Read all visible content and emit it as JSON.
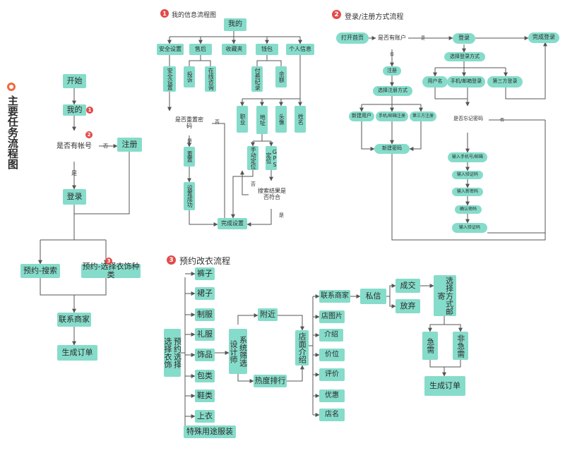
{
  "page_title": "主要任务流程图",
  "sections": {
    "s1": {
      "num": "1",
      "title": "我的信息流程图"
    },
    "s2": {
      "num": "2",
      "title": "登录/注册方式流程"
    },
    "s3": {
      "num": "3",
      "title": "预约改衣流程"
    }
  },
  "main_flow": {
    "start": "开始",
    "mine": "我的",
    "has_account": "是否有帐号",
    "register": "注册",
    "login": "登录",
    "reserve_search": "预约-搜索",
    "reserve_select": "预约-选择衣饰种类",
    "contact": "联系商家",
    "order": "生成订单",
    "yes": "是",
    "no": "否",
    "badge1": "1",
    "badge2": "2",
    "badge3": "3"
  },
  "info_flow": {
    "root": "我的",
    "security": "安全设置",
    "after_sale": "售后",
    "favorites": "收藏夹",
    "wallet": "钱包",
    "personal": "个人信息",
    "safe_settings": "安全设置",
    "complaint": "投诉",
    "online_consult": "在线咨询",
    "pay_record": "付费纪录",
    "balance": "余额",
    "job": "职业",
    "address": "地址",
    "avatar": "头像",
    "name": "姓名",
    "reset_q": "是否重置密码",
    "reset": "重置",
    "reset_ok": "设置成功",
    "manual_locate": "手动定位",
    "gps_locate": "GPS定位",
    "search_match": "搜索结果是否符合",
    "done": "完成设置",
    "yes": "是",
    "no": "否",
    "no2": "否",
    "yes2": "是"
  },
  "login_flow": {
    "open": "打开首页",
    "has_account": "是否有账户",
    "login": "登录",
    "done": "完成登录",
    "choose_login": "选择登录方式",
    "username": "用户名",
    "phone_login": "手机/邮箱登录",
    "third_login": "第三方登录",
    "register": "注册",
    "choose_reg": "选择注册方式",
    "new_user": "新建用户",
    "phone_reg": "手机/邮箱注册",
    "third_reg": "第三方注册",
    "new_pwd": "新建密码",
    "forgot": "是否忘记密码",
    "input_phone": "输入手机号/邮箱",
    "input_code": "输入验证码",
    "input_new": "输入新密码",
    "confirm_pwd": "确认密码",
    "input_code2": "输入验证码",
    "yes": "是",
    "no": "否",
    "no2": "否"
  },
  "reserve_flow": {
    "select": "预约选择衣饰",
    "select_vertical": "选择衣饰",
    "pants": "裤子",
    "skirt": "裙子",
    "uniform": "制服",
    "formal": "礼服",
    "accessory": "饰品",
    "bags": "包类",
    "shoes": "鞋类",
    "top": "上衣",
    "special": "特殊用途服装",
    "designer": "设计师",
    "filter": "系统筛选",
    "nearby": "附近",
    "hot": "热度排行",
    "shop_intro": "店面介绍",
    "contact": "联系商家",
    "shop_pic": "店图片",
    "intro": "介绍",
    "price": "价位",
    "review": "评价",
    "discount": "优惠",
    "shop_name": "店名",
    "private_msg": "私信",
    "deal": "成交",
    "give_up": "放弃",
    "choose_mail": "选择方式邮寄",
    "urgent": "急需",
    "not_urgent": "非急需",
    "order": "生成订单"
  },
  "colors": {
    "node": "#86dcca",
    "badge": "#e24b4b",
    "ring": "#ef6a3f",
    "line": "#555555"
  }
}
